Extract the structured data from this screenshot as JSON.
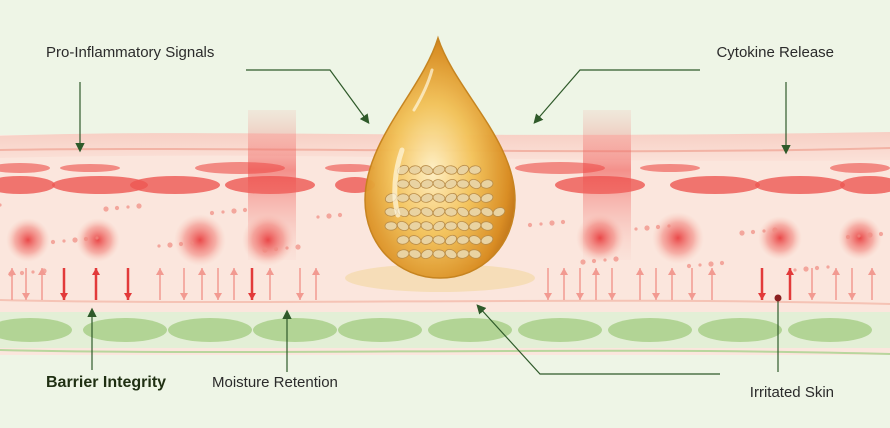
{
  "labels": {
    "pro_inflammatory": "Pro-Inflammatory Signals",
    "cytokine_release": "Cytokine Release",
    "barrier_integrity": "Barrier Integrity",
    "moisture_retention": "Moisture Retention",
    "irritated_skin": "Irritated Skin"
  },
  "colors": {
    "background": "#eef5e6",
    "skin_layer": "#f8d9cf",
    "inflammation_red": "#e8383a",
    "healthy_green": "#a9cf8a",
    "oil_drop": "#e9a93a",
    "leader_line": "#2f5a2a"
  },
  "icons": {
    "oil_drop": "oil-droplet-with-seeds-icon",
    "signal_arrows": "up-down-arrow-icon"
  }
}
